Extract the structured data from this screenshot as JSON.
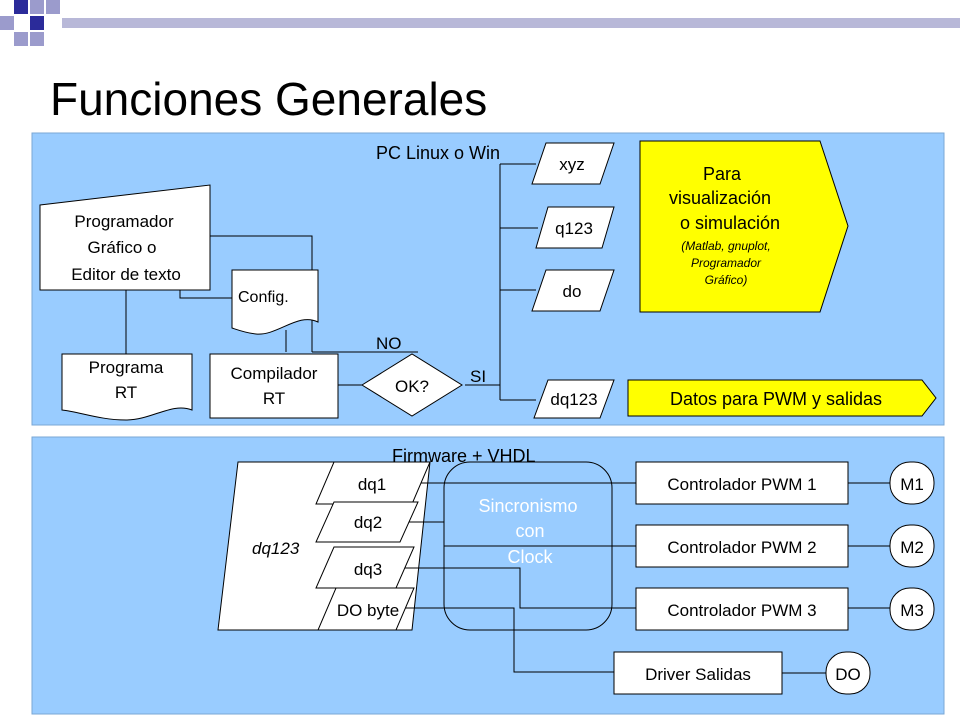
{
  "title": "Funciones Generales",
  "colors": {
    "panel": "#99ccff",
    "highlight": "#ffff00",
    "accent_bar": "#2b2b9a",
    "accent_light": "#9b9bcc"
  },
  "pc": {
    "label": "PC Linux o Win",
    "programador": [
      "Programador",
      "Gráfico o",
      "Editor de texto"
    ],
    "config": "Config.",
    "programa": [
      "Programa",
      "RT"
    ],
    "compilador": [
      "Compilador",
      "RT"
    ],
    "decision": "OK?",
    "no": "NO",
    "si": "SI",
    "outputs": [
      "xyz",
      "q123",
      "do",
      "dq123"
    ],
    "visual": {
      "lines": [
        "Para",
        "visualización",
        "o simulación"
      ],
      "note": [
        "(Matlab, gnuplot,",
        "Programador",
        "Gráfico)"
      ]
    },
    "datos": "Datos para PWM y salidas"
  },
  "fw": {
    "label": "Firmware + VHDL",
    "group_label": "dq123",
    "signals": [
      "dq1",
      "dq2",
      "dq3",
      "DO byte"
    ],
    "sync": [
      "Sincronismo",
      "con",
      "Clock"
    ],
    "controllers": [
      "Controlador PWM 1",
      "Controlador PWM 2",
      "Controlador PWM 3"
    ],
    "motors": [
      "M1",
      "M2",
      "M3"
    ],
    "driver": "Driver Salidas",
    "do": "DO"
  }
}
